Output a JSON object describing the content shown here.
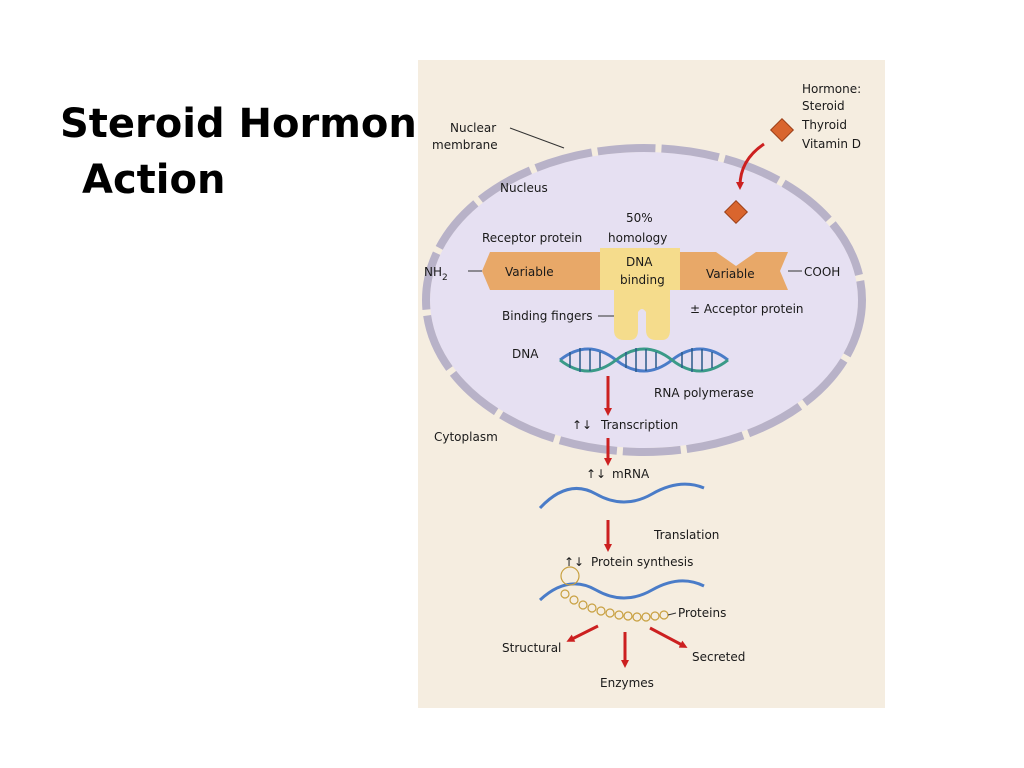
{
  "slide": {
    "title_line1": "Steroid Hormone",
    "title_line2": "Action"
  },
  "diagram": {
    "hormone_label": "Hormone:",
    "hormone_types": [
      "Steroid",
      "Thyroid",
      "Vitamin D"
    ],
    "nuclear_membrane_1": "Nuclear",
    "nuclear_membrane_2": "membrane",
    "nucleus": "Nucleus",
    "cytoplasm": "Cytoplasm",
    "homology_1": "50%",
    "homology_2": "homology",
    "receptor_protein": "Receptor protein",
    "nh2": "NH",
    "nh2_sub": "2",
    "cooh": "COOH",
    "variable_left": "Variable",
    "variable_right": "Variable",
    "dna_binding_1": "DNA",
    "dna_binding_2": "binding",
    "binding_fingers": "Binding fingers",
    "acceptor_protein": "± Acceptor protein",
    "dna": "DNA",
    "rna_polymerase": "RNA polymerase",
    "transcription": "Transcription",
    "mrna": "mRNA",
    "translation": "Translation",
    "protein_synthesis": "Protein synthesis",
    "proteins": "Proteins",
    "structural": "Structural",
    "secreted": "Secreted",
    "enzymes": "Enzymes",
    "updown": "↑↓",
    "colors": {
      "panel": "#f5ede0",
      "nucleus_fill": "#e6e0f2",
      "variable": "#e8a868",
      "dna_binding": "#f5dc8c",
      "arrow": "#cc2020",
      "hormone": "#d9652e",
      "strand": "#4a7cc8"
    }
  }
}
